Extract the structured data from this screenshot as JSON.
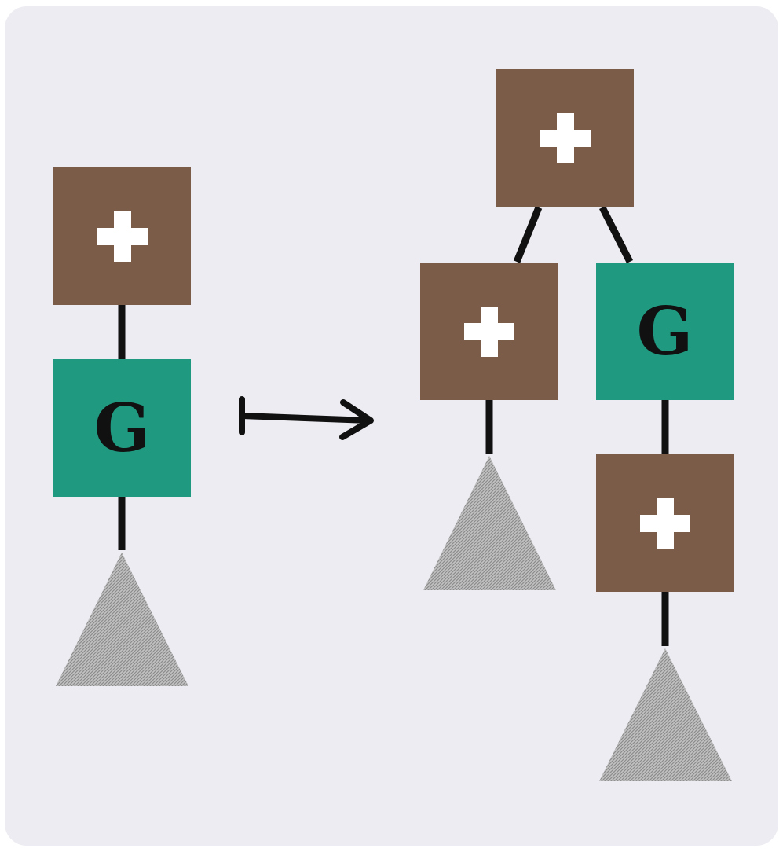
{
  "diagram": {
    "left_tree": {
      "root": {
        "kind": "plus",
        "icon": "plus-icon"
      },
      "child": {
        "kind": "generator",
        "label": "G"
      },
      "subtree": {
        "icon": "subtree-triangle-icon"
      }
    },
    "transform_arrow": {
      "icon": "maps-to-arrow-icon"
    },
    "right_tree": {
      "root": {
        "kind": "plus",
        "icon": "plus-icon"
      },
      "left_child": {
        "kind": "plus",
        "icon": "plus-icon",
        "subtree": {
          "icon": "subtree-triangle-icon"
        }
      },
      "right_child": {
        "kind": "generator",
        "label": "G",
        "child": {
          "kind": "plus",
          "icon": "plus-icon",
          "subtree": {
            "icon": "subtree-triangle-icon"
          }
        }
      }
    },
    "colors": {
      "plus_node": "#7a5c49",
      "generator_node": "#1f9a80",
      "background": "#ececf2",
      "edge": "#111111",
      "subtree": "#9a9a9a"
    }
  }
}
